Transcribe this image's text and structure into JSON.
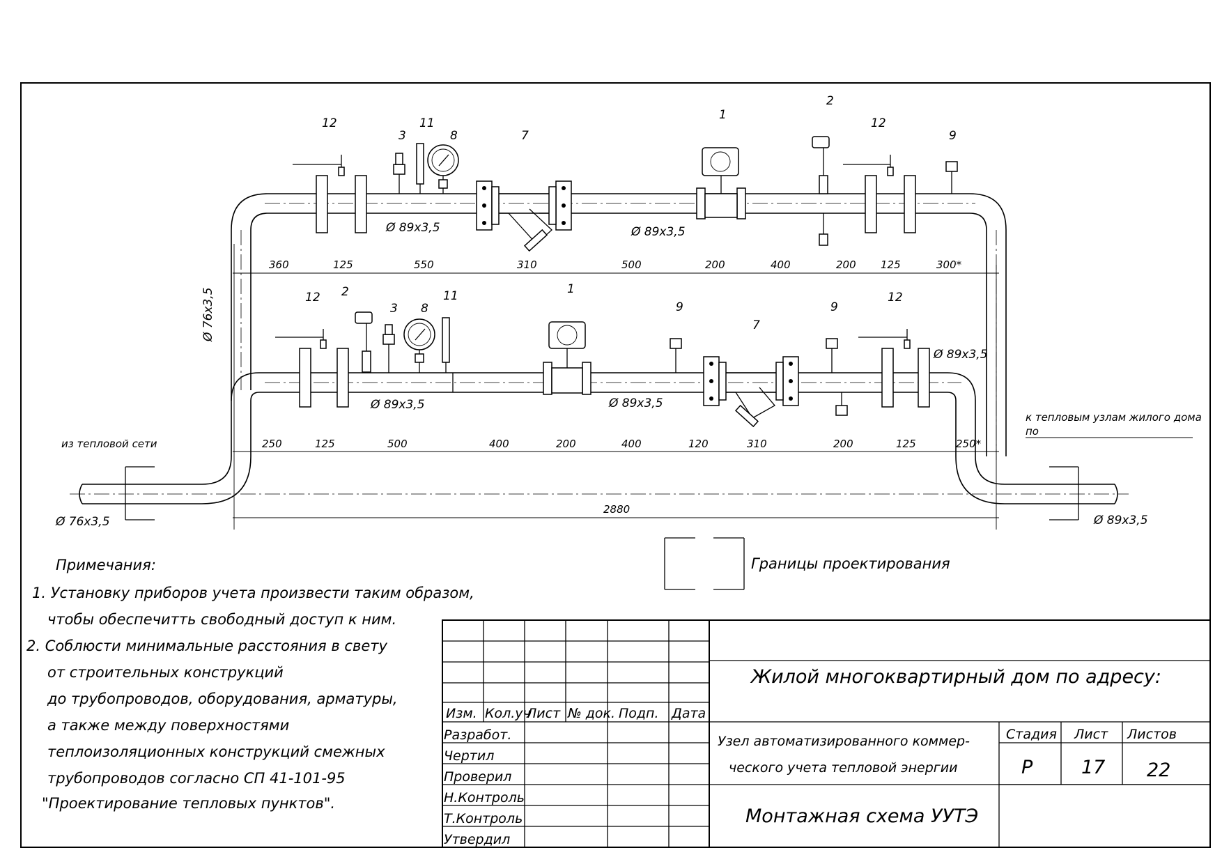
{
  "drawing": {
    "top_dims": [
      "360",
      "125",
      "550",
      "310",
      "500",
      "200",
      "400",
      "200",
      "125",
      "300*"
    ],
    "bottom_dims": [
      "250",
      "125",
      "500",
      "400",
      "200",
      "400",
      "120",
      "310",
      "200",
      "125",
      "250*"
    ],
    "overall_dim": "2880",
    "pipe_top_1": "Ø 89х3,5",
    "pipe_top_2": "Ø 89х3,5",
    "pipe_bot_1": "Ø 89х3,5",
    "pipe_bot_2": "Ø 89х3,5",
    "pipe_bot_right": "Ø 89х3,5",
    "riser": "Ø 76х3,5",
    "inlet_size": "Ø 76х3,5",
    "outlet_size": "Ø 89х3,5",
    "inlet_text": "из тепловой сети",
    "outlet_text_1": "к тепловым узлам жилого дома",
    "outlet_text_2": "по",
    "top_positions": [
      "12",
      "3",
      "11",
      "8",
      "7",
      "1",
      "2",
      "12",
      "9"
    ],
    "bottom_positions": [
      "12",
      "2",
      "3",
      "8",
      "11",
      "1",
      "9",
      "7",
      "9",
      "12"
    ]
  },
  "legend": {
    "label": "Границы проектирования"
  },
  "notes": {
    "title": "Примечания:",
    "lines": [
      "1. Установку приборов учета произвести таким образом,",
      "чтобы обеспечитть свободный доступ к ним.",
      "2. Соблюсти минимальные расстояния в свету",
      "от строительных конструкций",
      "до трубопроводов, оборудования,  арматуры,",
      "а также между поверхностями",
      "теплоизоляционных конструкций смежных",
      "трубопроводов согласно    СП 41-101-95",
      "\"Проектирование тепловых пунктов\"."
    ]
  },
  "title_block": {
    "headers": [
      "Изм.",
      "Кол.уч",
      "Лист",
      "№ док.",
      "Подп.",
      "Дата"
    ],
    "roles": [
      "Разработ.",
      "Чертил",
      "Проверил",
      "Н.Контроль",
      "Т.Контроль",
      "Утвердил"
    ],
    "project": "Жилой многоквартирный  дом по адресу:",
    "desc_1": "Узел автоматизированного коммер-",
    "desc_2": "ческого учета тепловой энергии",
    "stage_h": "Стадия",
    "sheet_h": "Лист",
    "sheets_h": "Листов",
    "stage": "Р",
    "sheet": "17",
    "sheets": "22",
    "drawing_title": "Монтажная схема УУТЭ"
  }
}
